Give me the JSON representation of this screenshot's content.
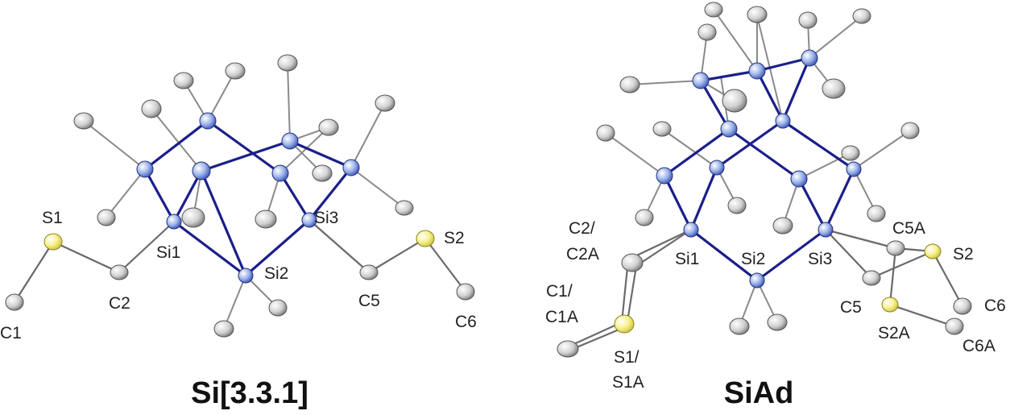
{
  "panels": [
    {
      "title": "Si[3.3.1]",
      "labels": {
        "s1": "S1",
        "s2": "S2",
        "si1": "Si1",
        "si2": "Si2",
        "si3": "Si3",
        "c1": "C1",
        "c2": "C2",
        "c5": "C5",
        "c6": "C6"
      }
    },
    {
      "title": "SiAd",
      "labels": {
        "si1": "Si1",
        "si2": "Si2",
        "si3": "Si3",
        "c2": "C2/",
        "c2a": "C2A",
        "c1": "C1/",
        "c1a": "C1A",
        "s1": "S1/",
        "s1a": "S1A",
        "c5a": "C5A",
        "s2": "S2",
        "c5": "C5",
        "c6": "C6",
        "s2a": "S2A",
        "c6a": "C6A"
      }
    }
  ],
  "colors": {
    "silicon_bond": "#1b1f8a",
    "silicon_atom": "#7f9fe0",
    "sulfur_atom": "#f4ee6a",
    "carbon_atom": "#c9c9c9"
  }
}
